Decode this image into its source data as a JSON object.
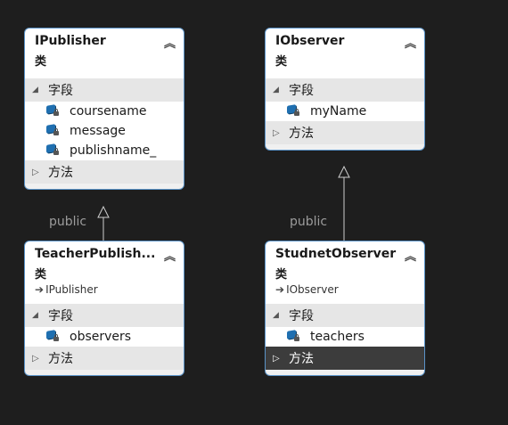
{
  "classes": {
    "ipublisher": {
      "name": "IPublisher",
      "stereotype": "类",
      "fields_label": "字段",
      "methods_label": "方法",
      "fields": [
        "coursename",
        "message",
        "publishname_"
      ]
    },
    "iobserver": {
      "name": "IObserver",
      "stereotype": "类",
      "fields_label": "字段",
      "methods_label": "方法",
      "fields": [
        "myName"
      ]
    },
    "teacherpublisher": {
      "name": "TeacherPublish...",
      "stereotype": "类",
      "base": "IPublisher",
      "fields_label": "字段",
      "methods_label": "方法",
      "fields": [
        "observers"
      ]
    },
    "studnetobserver": {
      "name": "StudnetObserver",
      "stereotype": "类",
      "base": "IObserver",
      "fields_label": "字段",
      "methods_label": "方法",
      "fields": [
        "teachers"
      ]
    }
  },
  "connectors": {
    "left_label": "public",
    "right_label": "public"
  },
  "icons": {
    "collapse": "double-chevron-up-icon",
    "expanded": "triangle-down-icon",
    "collapsed": "triangle-right-icon",
    "field": "private-field-icon",
    "inherit": "inheritance-arrow-icon"
  },
  "colors": {
    "background": "#1e1e1e",
    "border": "#5a93c8",
    "selected": "#3c3c3c"
  }
}
